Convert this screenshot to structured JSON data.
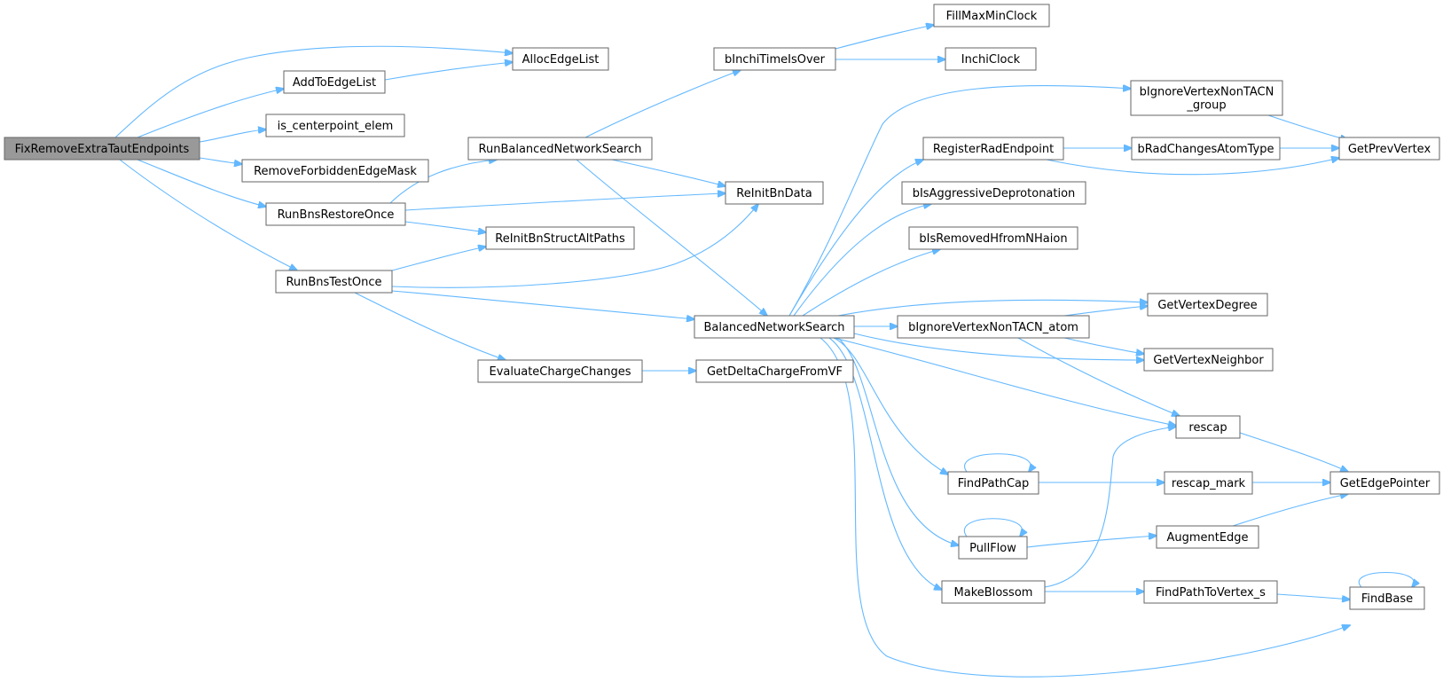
{
  "graph": {
    "type": "call-graph",
    "colors": {
      "edge": "#63b8ff",
      "root_fill": "#999999",
      "node_border": "#666666",
      "node_fill": "#ffffff"
    },
    "nodes": [
      {
        "id": "FixRemoveExtraTautEndpoints",
        "lines": [
          "FixRemoveExtraTautEndpoints"
        ],
        "root": true
      },
      {
        "id": "AllocEdgeList",
        "lines": [
          "AllocEdgeList"
        ]
      },
      {
        "id": "AddToEdgeList",
        "lines": [
          "AddToEdgeList"
        ]
      },
      {
        "id": "is_centerpoint_elem",
        "lines": [
          "is_centerpoint_elem"
        ]
      },
      {
        "id": "RemoveForbiddenEdgeMask",
        "lines": [
          "RemoveForbiddenEdgeMask"
        ]
      },
      {
        "id": "RunBnsRestoreOnce",
        "lines": [
          "RunBnsRestoreOnce"
        ]
      },
      {
        "id": "RunBnsTestOnce",
        "lines": [
          "RunBnsTestOnce"
        ]
      },
      {
        "id": "RunBalancedNetworkSearch",
        "lines": [
          "RunBalancedNetworkSearch"
        ]
      },
      {
        "id": "ReInitBnData",
        "lines": [
          "ReInitBnData"
        ]
      },
      {
        "id": "ReInitBnStructAltPaths",
        "lines": [
          "ReInitBnStructAltPaths"
        ]
      },
      {
        "id": "BalancedNetworkSearch",
        "lines": [
          "BalancedNetworkSearch"
        ]
      },
      {
        "id": "EvaluateChargeChanges",
        "lines": [
          "EvaluateChargeChanges"
        ]
      },
      {
        "id": "GetDeltaChargeFromVF",
        "lines": [
          "GetDeltaChargeFromVF"
        ]
      },
      {
        "id": "bInchiTimeIsOver",
        "lines": [
          "bInchiTimeIsOver"
        ]
      },
      {
        "id": "FillMaxMinClock",
        "lines": [
          "FillMaxMinClock"
        ]
      },
      {
        "id": "InchiClock",
        "lines": [
          "InchiClock"
        ]
      },
      {
        "id": "bIgnoreVertexNonTACN_group",
        "lines": [
          "bIgnoreVertexNonTACN",
          "_group"
        ]
      },
      {
        "id": "RegisterRadEndpoint",
        "lines": [
          "RegisterRadEndpoint"
        ]
      },
      {
        "id": "bRadChangesAtomType",
        "lines": [
          "bRadChangesAtomType"
        ]
      },
      {
        "id": "GetPrevVertex",
        "lines": [
          "GetPrevVertex"
        ]
      },
      {
        "id": "bIsAggressiveDeprotonation",
        "lines": [
          "bIsAggressiveDeprotonation"
        ]
      },
      {
        "id": "bIsRemovedHfromNHaion",
        "lines": [
          "bIsRemovedHfromNHaion"
        ]
      },
      {
        "id": "GetVertexDegree",
        "lines": [
          "GetVertexDegree"
        ]
      },
      {
        "id": "bIgnoreVertexNonTACN_atom",
        "lines": [
          "bIgnoreVertexNonTACN_atom"
        ]
      },
      {
        "id": "GetVertexNeighbor",
        "lines": [
          "GetVertexNeighbor"
        ]
      },
      {
        "id": "rescap",
        "lines": [
          "rescap"
        ]
      },
      {
        "id": "FindPathCap",
        "lines": [
          "FindPathCap"
        ]
      },
      {
        "id": "rescap_mark",
        "lines": [
          "rescap_mark"
        ]
      },
      {
        "id": "GetEdgePointer",
        "lines": [
          "GetEdgePointer"
        ]
      },
      {
        "id": "PullFlow",
        "lines": [
          "PullFlow"
        ]
      },
      {
        "id": "AugmentEdge",
        "lines": [
          "AugmentEdge"
        ]
      },
      {
        "id": "MakeBlossom",
        "lines": [
          "MakeBlossom"
        ]
      },
      {
        "id": "FindPathToVertex_s",
        "lines": [
          "FindPathToVertex_s"
        ]
      },
      {
        "id": "FindBase",
        "lines": [
          "FindBase"
        ]
      }
    ],
    "edges": [
      {
        "from": "FixRemoveExtraTautEndpoints",
        "to": "AllocEdgeList"
      },
      {
        "from": "FixRemoveExtraTautEndpoints",
        "to": "AddToEdgeList"
      },
      {
        "from": "FixRemoveExtraTautEndpoints",
        "to": "is_centerpoint_elem"
      },
      {
        "from": "FixRemoveExtraTautEndpoints",
        "to": "RemoveForbiddenEdgeMask"
      },
      {
        "from": "FixRemoveExtraTautEndpoints",
        "to": "RunBnsRestoreOnce"
      },
      {
        "from": "FixRemoveExtraTautEndpoints",
        "to": "RunBnsTestOnce"
      },
      {
        "from": "AddToEdgeList",
        "to": "AllocEdgeList"
      },
      {
        "from": "RunBnsRestoreOnce",
        "to": "RunBalancedNetworkSearch"
      },
      {
        "from": "RunBnsRestoreOnce",
        "to": "ReInitBnData"
      },
      {
        "from": "RunBnsRestoreOnce",
        "to": "ReInitBnStructAltPaths"
      },
      {
        "from": "RunBnsTestOnce",
        "to": "ReInitBnStructAltPaths"
      },
      {
        "from": "RunBnsTestOnce",
        "to": "ReInitBnData"
      },
      {
        "from": "RunBnsTestOnce",
        "to": "BalancedNetworkSearch"
      },
      {
        "from": "RunBnsTestOnce",
        "to": "EvaluateChargeChanges"
      },
      {
        "from": "RunBalancedNetworkSearch",
        "to": "bInchiTimeIsOver"
      },
      {
        "from": "RunBalancedNetworkSearch",
        "to": "ReInitBnData"
      },
      {
        "from": "RunBalancedNetworkSearch",
        "to": "BalancedNetworkSearch"
      },
      {
        "from": "EvaluateChargeChanges",
        "to": "GetDeltaChargeFromVF"
      },
      {
        "from": "bInchiTimeIsOver",
        "to": "FillMaxMinClock"
      },
      {
        "from": "bInchiTimeIsOver",
        "to": "InchiClock"
      },
      {
        "from": "BalancedNetworkSearch",
        "to": "bIgnoreVertexNonTACN_group"
      },
      {
        "from": "BalancedNetworkSearch",
        "to": "RegisterRadEndpoint"
      },
      {
        "from": "BalancedNetworkSearch",
        "to": "bIsAggressiveDeprotonation"
      },
      {
        "from": "BalancedNetworkSearch",
        "to": "bIsRemovedHfromNHaion"
      },
      {
        "from": "BalancedNetworkSearch",
        "to": "GetVertexDegree"
      },
      {
        "from": "BalancedNetworkSearch",
        "to": "bIgnoreVertexNonTACN_atom"
      },
      {
        "from": "BalancedNetworkSearch",
        "to": "GetVertexNeighbor"
      },
      {
        "from": "BalancedNetworkSearch",
        "to": "rescap"
      },
      {
        "from": "BalancedNetworkSearch",
        "to": "FindPathCap"
      },
      {
        "from": "BalancedNetworkSearch",
        "to": "PullFlow"
      },
      {
        "from": "BalancedNetworkSearch",
        "to": "MakeBlossom"
      },
      {
        "from": "BalancedNetworkSearch",
        "to": "FindBase"
      },
      {
        "from": "bIgnoreVertexNonTACN_group",
        "to": "GetPrevVertex"
      },
      {
        "from": "RegisterRadEndpoint",
        "to": "bRadChangesAtomType"
      },
      {
        "from": "RegisterRadEndpoint",
        "to": "GetPrevVertex"
      },
      {
        "from": "bRadChangesAtomType",
        "to": "GetPrevVertex"
      },
      {
        "from": "bIgnoreVertexNonTACN_atom",
        "to": "GetVertexDegree"
      },
      {
        "from": "bIgnoreVertexNonTACN_atom",
        "to": "GetVertexNeighbor"
      },
      {
        "from": "bIgnoreVertexNonTACN_atom",
        "to": "rescap"
      },
      {
        "from": "rescap",
        "to": "GetEdgePointer"
      },
      {
        "from": "FindPathCap",
        "to": "FindPathCap"
      },
      {
        "from": "FindPathCap",
        "to": "rescap_mark"
      },
      {
        "from": "rescap_mark",
        "to": "GetEdgePointer"
      },
      {
        "from": "PullFlow",
        "to": "PullFlow"
      },
      {
        "from": "PullFlow",
        "to": "AugmentEdge"
      },
      {
        "from": "AugmentEdge",
        "to": "GetEdgePointer"
      },
      {
        "from": "MakeBlossom",
        "to": "rescap"
      },
      {
        "from": "MakeBlossom",
        "to": "FindPathToVertex_s"
      },
      {
        "from": "FindPathToVertex_s",
        "to": "FindBase"
      },
      {
        "from": "FindBase",
        "to": "FindBase"
      }
    ]
  }
}
